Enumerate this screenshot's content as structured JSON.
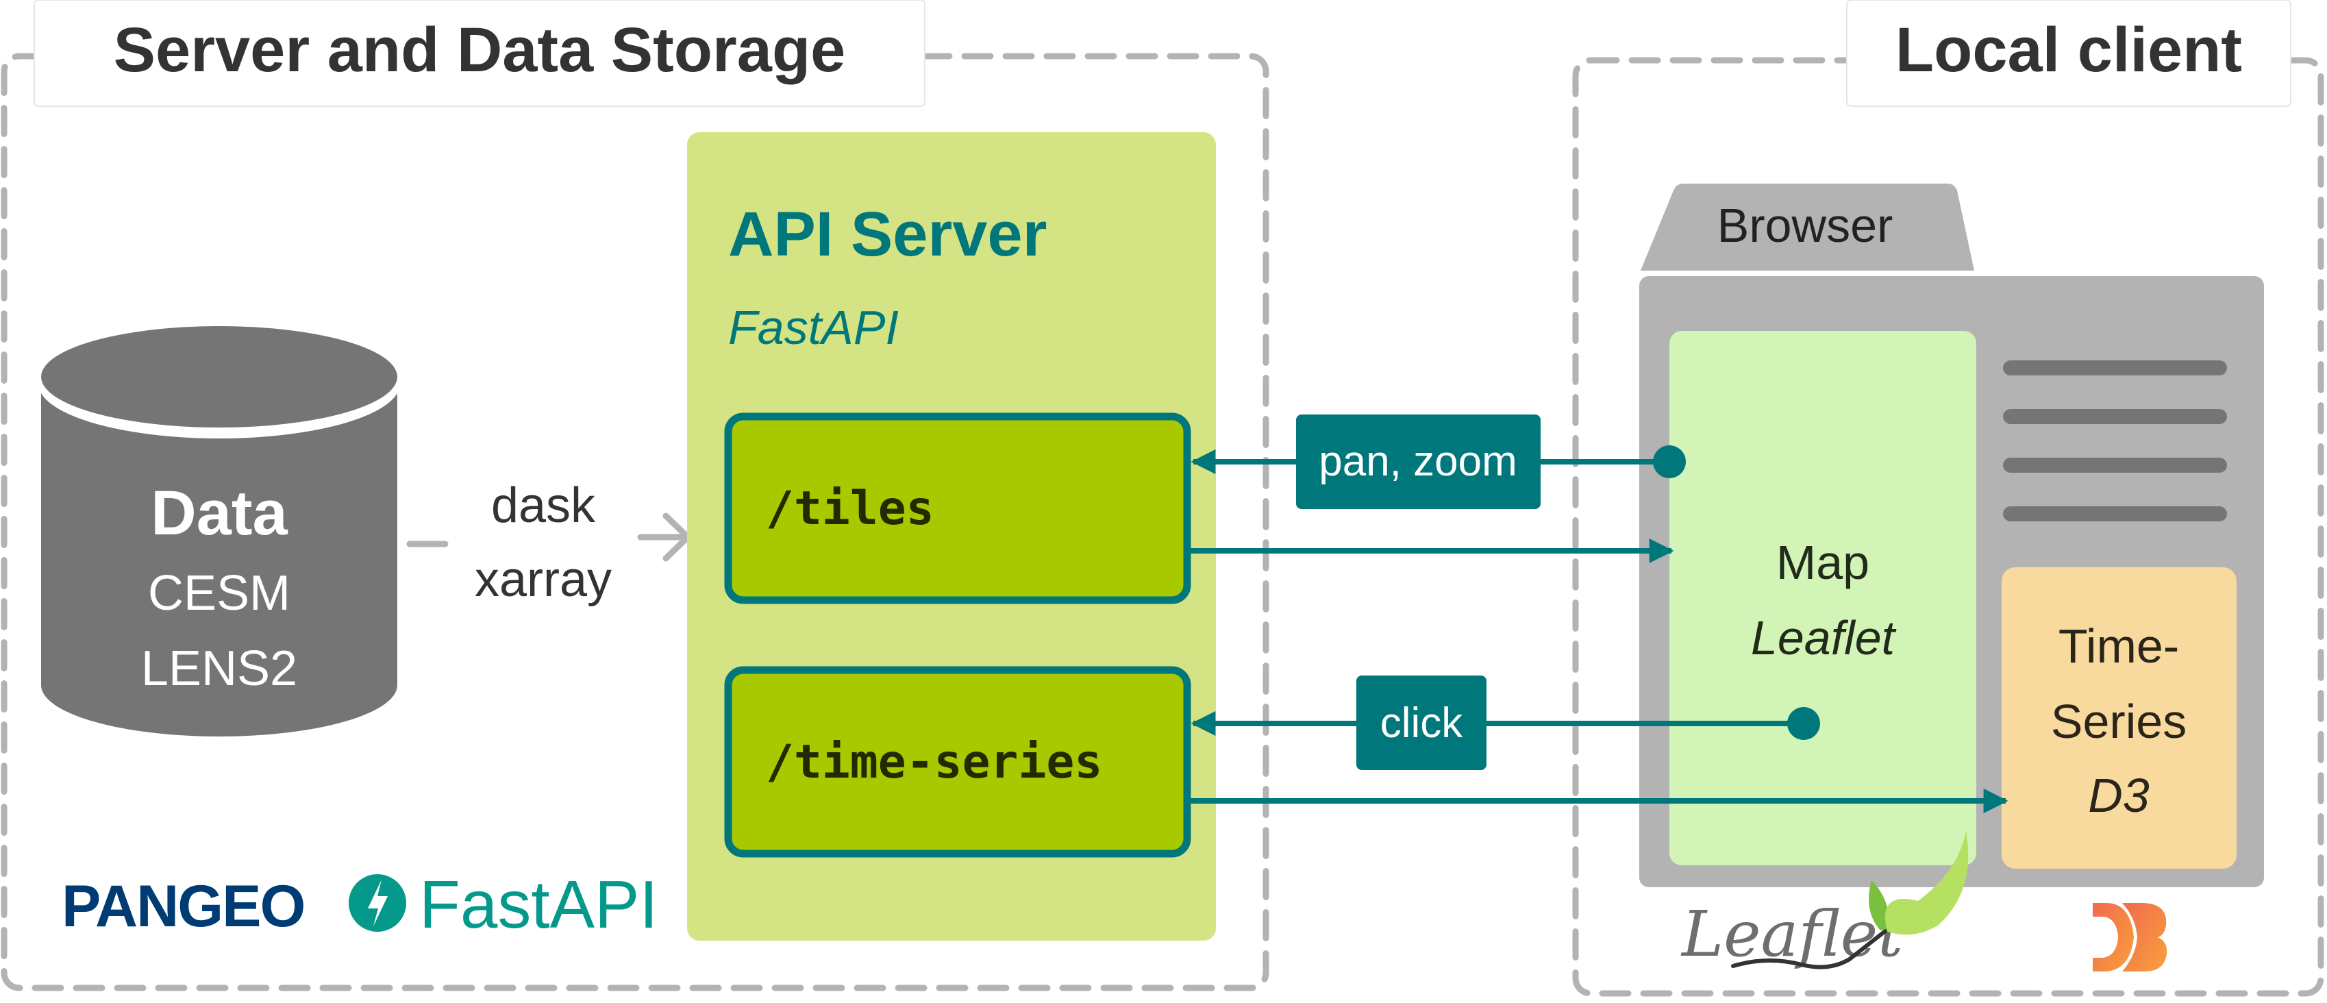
{
  "colors": {
    "dashed_border": "#b3b3b3",
    "title_text": "#333333",
    "api_server_bg": "#d4e384",
    "endpoint_bg": "#a8c800",
    "teal": "#00777a",
    "cylinder": "#757575",
    "browser_gray": "#b3b3b3",
    "browser_lines": "#757575",
    "map_bg": "#d2f5b7",
    "timeseries_bg": "#f8da9f",
    "pangeo_blue": "#003b73",
    "fastapi_teal": "#05998b"
  },
  "groups": {
    "server": {
      "title": "Server and Data Storage"
    },
    "client": {
      "title": "Local client"
    }
  },
  "data_store": {
    "title": "Data",
    "lines": [
      "CESM",
      "LENS2"
    ]
  },
  "connector": {
    "lines": [
      "dask",
      "xarray"
    ]
  },
  "api_server": {
    "title": "API Server",
    "subtitle": "FastAPI",
    "endpoints": [
      "/tiles",
      "/time-series"
    ]
  },
  "interactions": {
    "pan_zoom": "pan, zoom",
    "click": "click"
  },
  "browser": {
    "tab_label": "Browser",
    "map": {
      "title": "Map",
      "library": "Leaflet"
    },
    "timeseries": {
      "title_lines": [
        "Time-",
        "Series"
      ],
      "library": "D3"
    }
  },
  "logos": {
    "pangeo": "PANGEO",
    "fastapi": "FastAPI",
    "leaflet": "Leaflet",
    "d3": "D3"
  }
}
